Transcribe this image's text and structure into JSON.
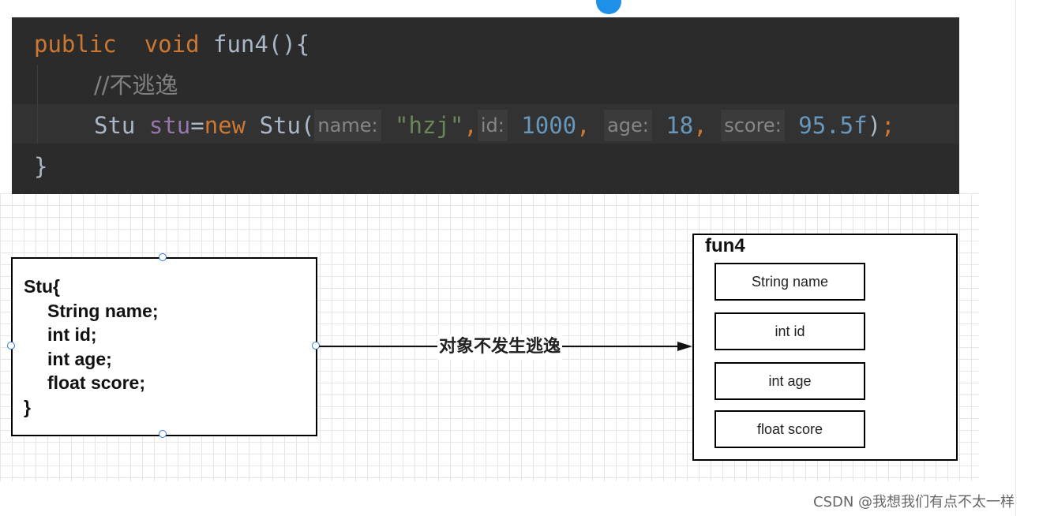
{
  "code": {
    "line1": {
      "kw1": "public",
      "kw2": "void",
      "fn": "fun4",
      "tail": "(){"
    },
    "line2": {
      "comment": "//不逃逸"
    },
    "line3": {
      "type": "Stu",
      "var": "stu",
      "eq": "=",
      "kw": "new",
      "ctor": "Stu(",
      "hint_name": "name:",
      "val_name": "\"hzj\"",
      "sep1": ",",
      "hint_id": "id:",
      "val_id": "1000",
      "sep2": ",",
      "hint_age": "age:",
      "val_age": "18",
      "sep3": ",",
      "hint_score": "score:",
      "val_score": "95.5f",
      "close": ")",
      "semi": ";"
    },
    "line4": {
      "brace": "}"
    }
  },
  "stu_class": {
    "open": "Stu{",
    "fields": [
      "String name;",
      "int id;",
      "int age;",
      "float score;"
    ],
    "close": "}"
  },
  "edge_label": "对象不发生逃逸",
  "fun4": {
    "title": "fun4",
    "fields": [
      "String name",
      "int id",
      "int age",
      "float score"
    ]
  },
  "watermark": "CSDN @我想我们有点不太一样",
  "colors": {
    "code_bg": "#2b2b2b",
    "keyword": "#cc7832",
    "string": "#6a8759",
    "number": "#6897bb",
    "accent_dot": "#1e90e8"
  }
}
